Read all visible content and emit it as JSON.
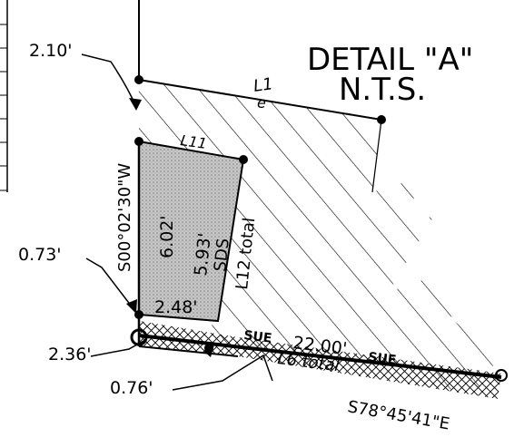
{
  "detail": {
    "title_line1": "DETAIL \"A\"",
    "title_line2": "N.T.S."
  },
  "labels": {
    "dim_2_10": "2.10'",
    "dim_0_73": "0.73'",
    "dim_2_36": "2.36'",
    "dim_0_76": "0.76'",
    "dim_2_48": "2.48'",
    "dim_22_00": "22.00'",
    "dim_6_02": "6.02'",
    "dim_5_93": "5.93'",
    "l1": "L1",
    "e": "e",
    "l11": "L11",
    "sds": "SDS",
    "l12_total": "L12 total",
    "l6_total": "L6 total",
    "bearing_west": "S00°02'30\"W",
    "bearing_east": "S78°45'41\"E",
    "sue_1": "SUE",
    "sue_2": "SUE"
  },
  "colors": {
    "ink": "#000000",
    "stipple": "#bdbdbd",
    "paper": "#ffffff"
  }
}
